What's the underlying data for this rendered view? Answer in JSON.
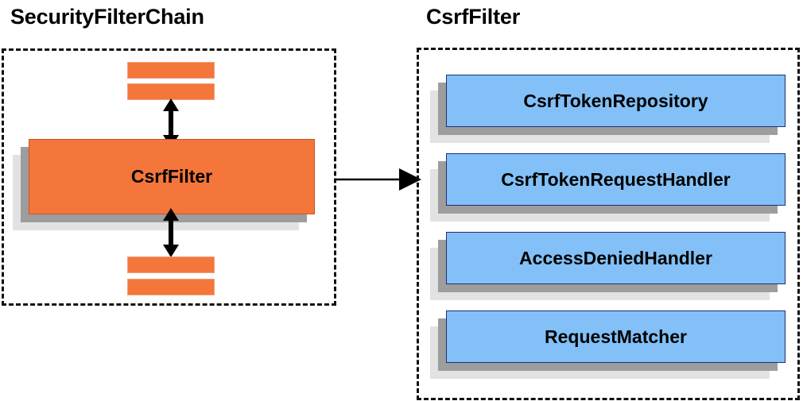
{
  "diagram": {
    "title_left": "SecurityFilterChain",
    "title_right": "CsrfFilter",
    "colors": {
      "filter_orange": "#F4763B",
      "collaborator_blue": "#82C0F7",
      "blue_border": "#1F2D78",
      "shadow_mid": "#9D9D9D",
      "shadow_back": "#E2E2E2",
      "dash_border": "#111111",
      "arrow": "#000000",
      "text": "#000000"
    }
  },
  "security_filter_chain": {
    "title": "SecurityFilterChain",
    "filters_above": [
      {
        "label": ""
      },
      {
        "label": ""
      }
    ],
    "highlighted_filter": {
      "label": "CsrfFilter"
    },
    "filters_below": [
      {
        "label": ""
      },
      {
        "label": ""
      }
    ],
    "connectors": [
      {
        "name": "chain-link-above",
        "direction": "bidirectional"
      },
      {
        "name": "chain-link-below",
        "direction": "bidirectional"
      }
    ]
  },
  "csrf_filter": {
    "title": "CsrfFilter",
    "collaborators": [
      {
        "label": "CsrfTokenRepository"
      },
      {
        "label": "CsrfTokenRequestHandler"
      },
      {
        "label": "AccessDeniedHandler"
      },
      {
        "label": "RequestMatcher"
      }
    ]
  },
  "expansion_arrow": {
    "name": "expands-to-arrow",
    "direction": "right",
    "from": "CsrfFilter",
    "to": "CsrfFilter detail"
  }
}
